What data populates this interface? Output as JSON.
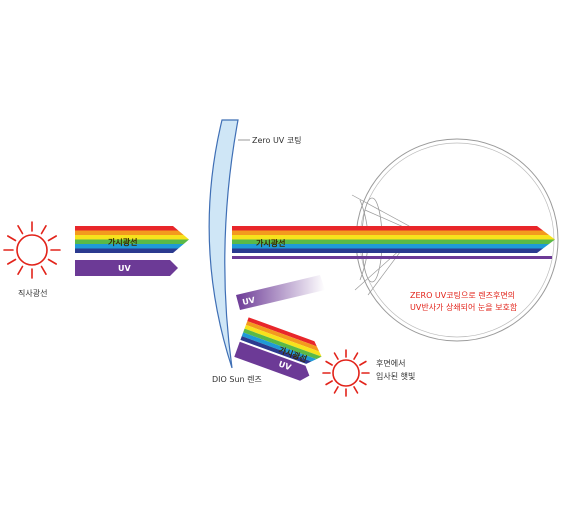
{
  "labels": {
    "direct_sunlight": "직사광선",
    "zero_uv_coating": "Zero UV 코팅",
    "lens_name": "DIO Sun 렌즈",
    "back_light_line1": "후면에서",
    "back_light_line2": "입사된 햇빛",
    "note_line1": "ZERO UV코팅으로 렌즈후면의",
    "note_line2": "UV반사가 상쇄되어 눈을 보호함"
  },
  "beams": {
    "visible_label": "가시광선",
    "uv_label": "UV"
  },
  "colors": {
    "spectrum": [
      "#e8262a",
      "#f39a1e",
      "#f7e21c",
      "#5ab947",
      "#1f9ad7",
      "#2b3a8f"
    ],
    "uv": "#6c3a96",
    "sun": "#e2231a",
    "lens_fill": "#cfe6f6",
    "lens_stroke": "#3f6fb5",
    "eye_stroke": "#9a9a9a",
    "note_text": "#e2231a"
  }
}
